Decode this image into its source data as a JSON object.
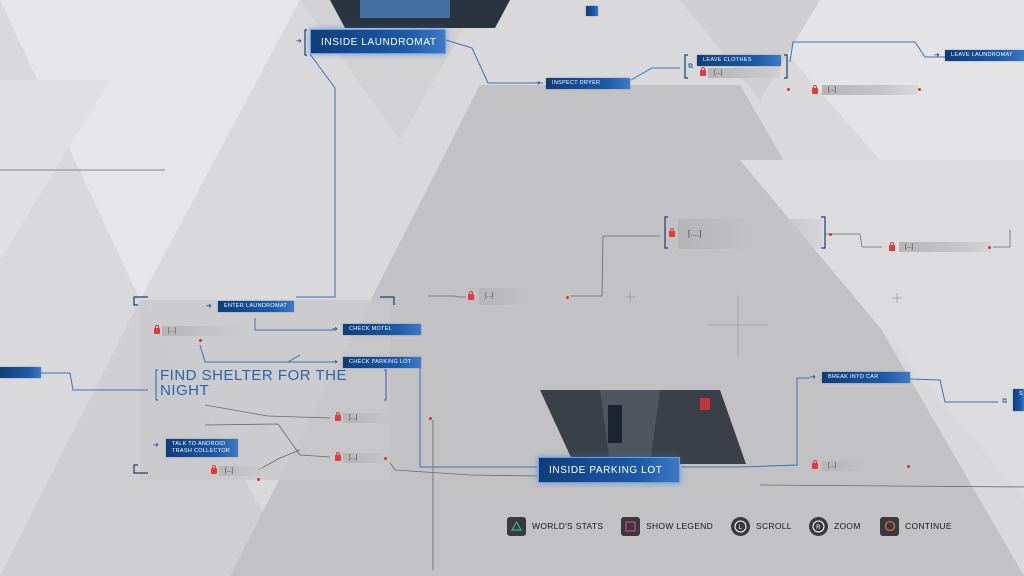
{
  "nodes": {
    "inside_laundromat": "INSIDE LAUNDROMAT",
    "inspect_dryer": "INSPECT DRYER",
    "leave_clothes": "LEAVE CLOTHES",
    "leave_laundromat": "LEAVE LAUNDROMAT",
    "enter_laundromat": "ENTER LAUNDROMAT",
    "check_motel": "CHECK MOTEL",
    "check_parking_lot": "CHECK PARKING LOT",
    "talk_android_trash": "TALK TO ANDROID TRASH COLLECTOR",
    "inside_parking_lot": "INSIDE PARKING LOT",
    "break_into_car": "BREAK INTO CAR",
    "right_edge_s": "S"
  },
  "locked_label": "[...]",
  "locked_big_label": "[....]",
  "chapter_title": "FIND SHELTER FOR THE NIGHT",
  "controls": [
    {
      "label": "WORLD'S STATS",
      "icon": "triangle-icon"
    },
    {
      "label": "SHOW LEGEND",
      "icon": "square-icon"
    },
    {
      "label": "SCROLL",
      "icon": "left-stick-icon",
      "glyph": "L"
    },
    {
      "label": "ZOOM",
      "icon": "right-stick-icon",
      "glyph": "R"
    },
    {
      "label": "CONTINUE",
      "icon": "circle-icon"
    }
  ],
  "colors": {
    "accent_blue": "#1b5aa8",
    "line_blue": "#2a62b2",
    "lock_red": "#e23a3a",
    "button_orange": "#e0683a",
    "button_pink": "#d0458a",
    "button_green": "#36b58a"
  }
}
